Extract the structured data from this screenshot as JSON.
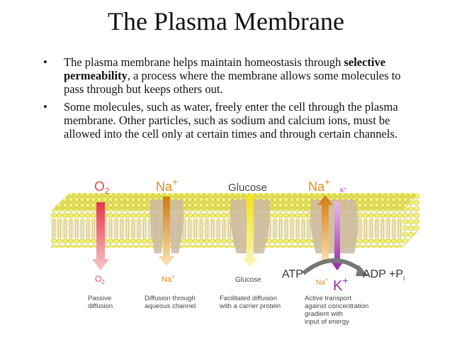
{
  "slide": {
    "title": "The Plasma Membrane",
    "bullets": [
      {
        "prefix": "The plasma membrane helps maintain homeostasis through ",
        "bold": "selective permeability",
        "suffix": ", a process where the membrane allows some molecules to pass through but keeps others out."
      },
      {
        "prefix": "Some molecules, such as water, freely enter the cell through the plasma membrane. Other particles, such as sodium and calcium ions, must be allowed into the cell only at certain times and through certain channels.",
        "bold": "",
        "suffix": ""
      }
    ],
    "bullet_glyph": "•"
  },
  "diagram": {
    "top_labels": {
      "o2": "O",
      "o2_sub": "2",
      "na": "Na",
      "na_sup": "+",
      "glucose": "Glucose",
      "na2": "Na",
      "na2_sup": "+",
      "k": "K",
      "k_sup": "+"
    },
    "bottom_labels": {
      "o2": "O",
      "o2_sub": "2",
      "na": "Na",
      "na_sup": "+",
      "glucose": "Glucose",
      "atp": "ATP",
      "na2": "Na",
      "na2_sup": "+",
      "k": "K",
      "k_sup": "+",
      "adp": "ADP +P",
      "adp_sub": "i"
    },
    "captions": {
      "passive": [
        "Passive",
        "diffusion"
      ],
      "channel": [
        "Diffusion through",
        "aqueous channel"
      ],
      "facilitated": [
        "Facilitated diffusion",
        "with a carrier protein"
      ],
      "active": [
        "Active transport",
        "against concentration",
        "gradient with",
        "input of energy"
      ]
    },
    "colors": {
      "membrane_top": "#e8ea5a",
      "membrane_head": "#f3f06a",
      "membrane_tail": "#d9cf7a",
      "protein": "#cdb9a0",
      "o2_label": "#d9534f",
      "na_label": "#e08a1e",
      "glucose_label": "#444444",
      "k_label": "#9b2aa6",
      "arrow_gray": "#777777"
    }
  }
}
